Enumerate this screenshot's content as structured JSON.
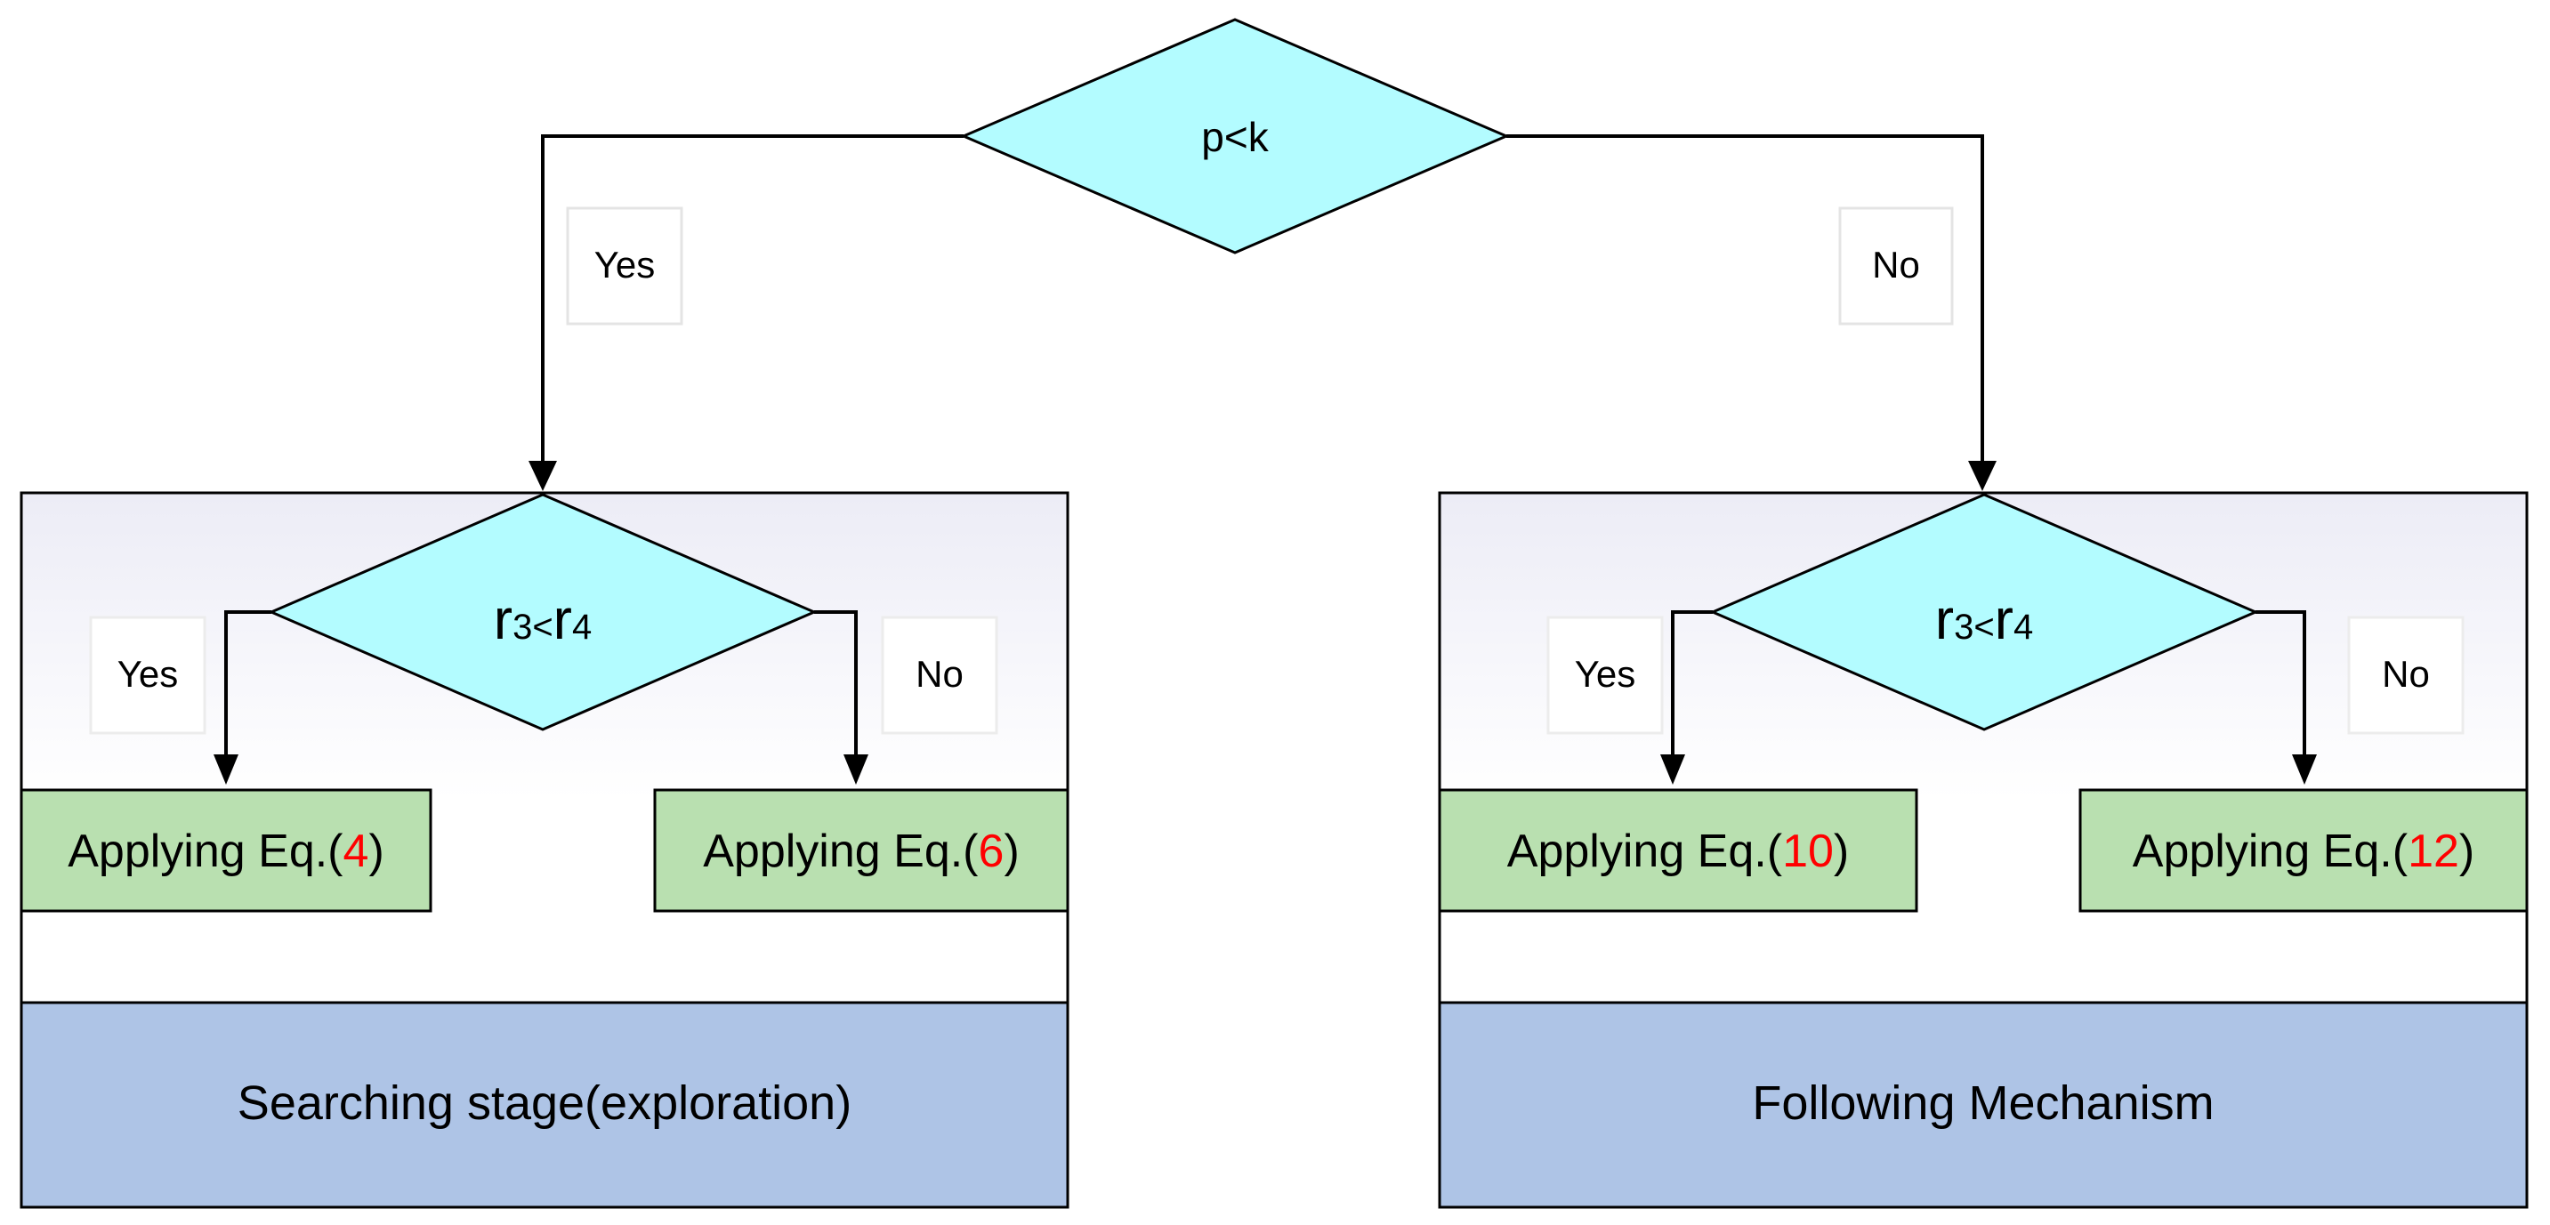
{
  "top_decision": {
    "condition": "p<k"
  },
  "branches": {
    "yes_label": "Yes",
    "no_label": "No"
  },
  "stages": [
    {
      "title": "Searching stage(exploration)",
      "decision": {
        "base": "r",
        "sub1": "3",
        "op": "<",
        "base2": "r",
        "sub2": "4"
      },
      "yes_label": "Yes",
      "no_label": "No",
      "yes_action": {
        "prefix": "Applying Eq.(",
        "eq": "4",
        "suffix": ")"
      },
      "no_action": {
        "prefix": "Applying Eq.(",
        "eq": "6",
        "suffix": ")"
      }
    },
    {
      "title": "Following Mechanism",
      "decision": {
        "base": "r",
        "sub1": "3",
        "op": "<",
        "base2": "r",
        "sub2": "4"
      },
      "yes_label": "Yes",
      "no_label": "No",
      "yes_action": {
        "prefix": "Applying Eq.(",
        "eq": "10",
        "suffix": ")"
      },
      "no_action": {
        "prefix": "Applying Eq.(",
        "eq": "12",
        "suffix": ")"
      }
    }
  ],
  "colors": {
    "decision_fill": "#b3fcff",
    "action_fill": "#b9e0b0",
    "stage_footer_fill": "#aec4e6",
    "stage_bg_top": "#ececf6",
    "stroke": "#000000",
    "equation_number": "#ff0000"
  }
}
